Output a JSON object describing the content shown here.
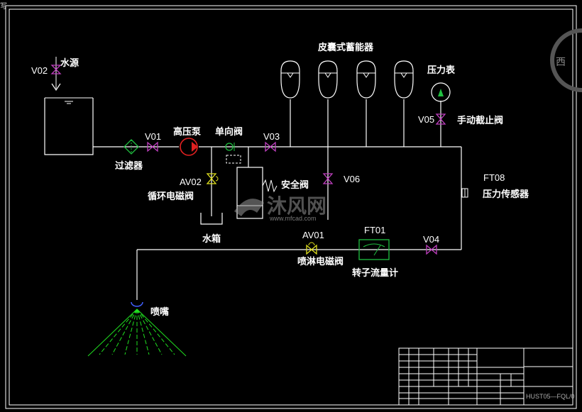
{
  "labels": {
    "water_source": "水源",
    "filter": "过滤器",
    "high_pressure_pump": "高压泵",
    "check_valve": "单向阀",
    "accumulators": "皮囊式蓄能器",
    "pressure_gauge": "压力表",
    "manual_stop_valve": "手动截止阀",
    "safety_valve": "安全阀",
    "circulation_solenoid": "循环电磁阀",
    "tank": "水箱",
    "pressure_sensor": "压力传感器",
    "spray_solenoid": "喷淋电磁阀",
    "rotameter": "转子流量计",
    "nozzle": "喷嘴"
  },
  "tags": {
    "v02": "V02",
    "v01": "V01",
    "v03": "V03",
    "v05": "V05",
    "v06": "V06",
    "v04": "V04",
    "av02": "AV02",
    "av01": "AV01",
    "ft08": "FT08",
    "ft01": "FT01"
  },
  "watermark": {
    "brand": "沐风网",
    "url": "www.mfcad.com"
  },
  "corner": {
    "left_char": "写",
    "right_char": "西"
  },
  "title_block": {
    "drawing_code": "HUST05—FQL/0"
  },
  "colors": {
    "background": "#000000",
    "line": "#ffffff",
    "valve": "#c040c0",
    "solenoid": "#e0e020",
    "pump": "#e02020",
    "filter": "#20c040",
    "nozzle": "#20e020"
  }
}
